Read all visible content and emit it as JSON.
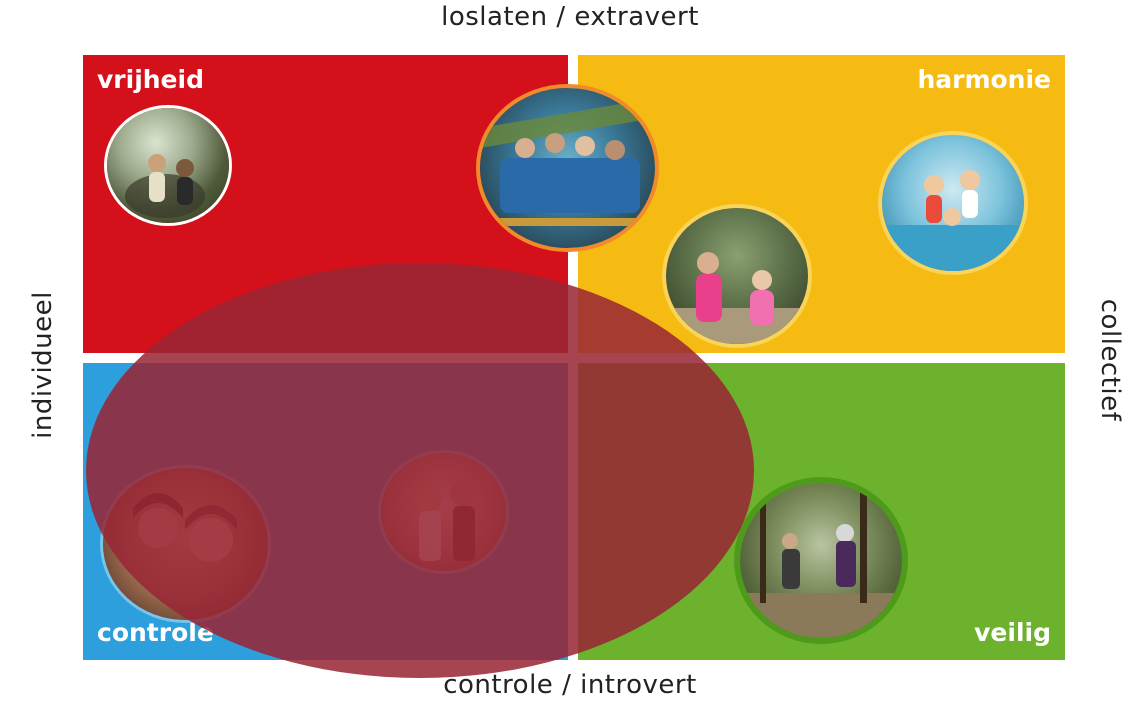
{
  "axes": {
    "top": "loslaten / extravert",
    "bottom": "controle / introvert",
    "left": "individueel",
    "right": "collectief"
  },
  "quadrants": {
    "top_left": {
      "label": "vrijheid",
      "color": "#d4111b"
    },
    "top_right": {
      "label": "harmonie",
      "color": "#f5bb12"
    },
    "bottom_left": {
      "label": "controle",
      "color": "#2d9fdc"
    },
    "bottom_right": {
      "label": "veilig",
      "color": "#6db22d"
    }
  },
  "overlay": {
    "color": "#982534",
    "shape": "ellipse"
  }
}
